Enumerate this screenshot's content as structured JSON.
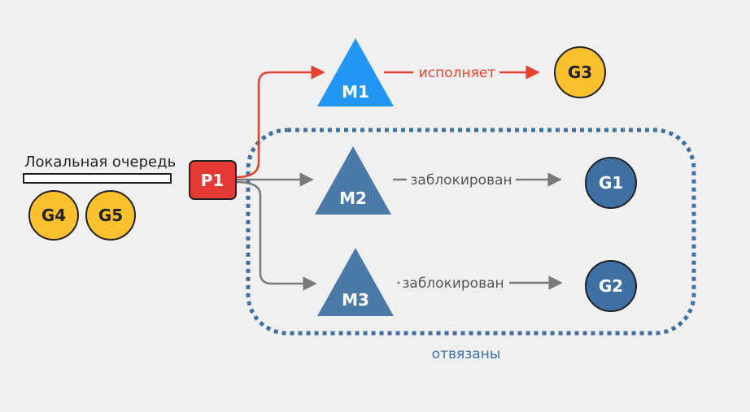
{
  "colors": {
    "background": "#f0f0f0",
    "running": "#e8412f",
    "blocked": "#7a7a7a",
    "thread_active": "#2196f3",
    "thread_blocked": "#4a7aa8",
    "goroutine_runnable": "#fbc02d",
    "goroutine_blocked": "#3f70a3",
    "processor": "#e53935",
    "detached_border": "#3f70a3"
  },
  "queue": {
    "label": "Локальная очередь",
    "items": [
      "G4",
      "G5"
    ]
  },
  "processor": {
    "label": "P1"
  },
  "threads": {
    "m1": {
      "label": "M1",
      "edge_label": "исполняет",
      "goroutine": "G3"
    },
    "m2": {
      "label": "M2",
      "edge_label": "заблокирован",
      "goroutine": "G1"
    },
    "m3": {
      "label": "M3",
      "edge_label": "заблокирован",
      "goroutine": "G2"
    }
  },
  "detached_group": {
    "label": "отвязаны"
  }
}
